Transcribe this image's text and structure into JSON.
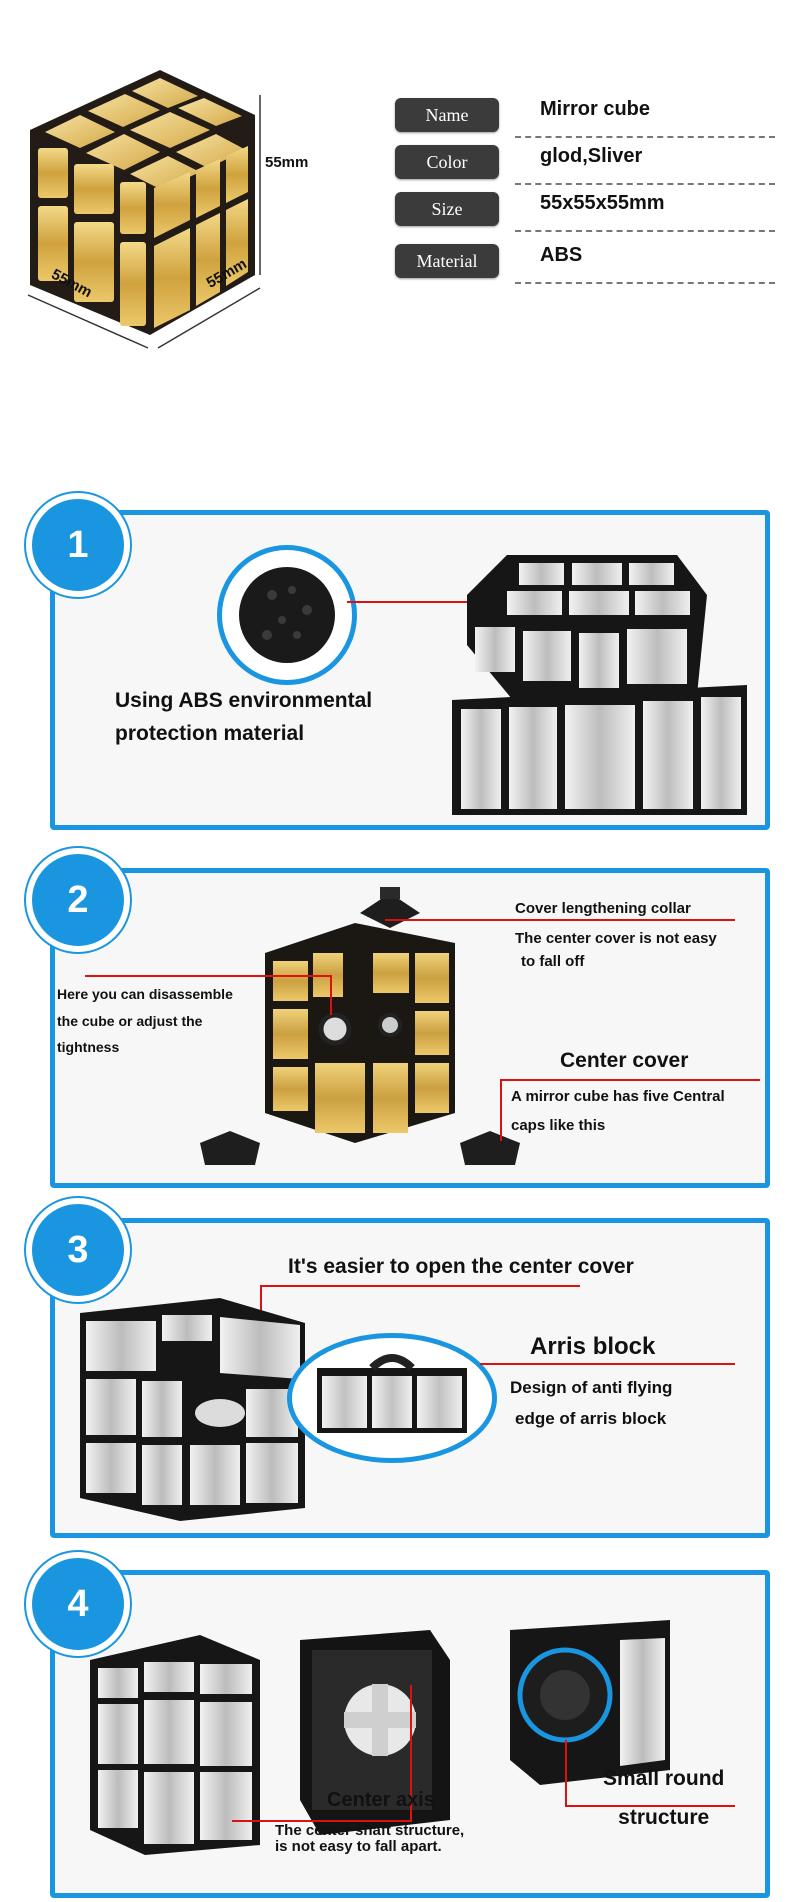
{
  "dimensions": {
    "height": "55mm",
    "width": "55mm",
    "depth": "55mm"
  },
  "specs": [
    {
      "label": "Name",
      "value": "Mirror cube"
    },
    {
      "label": "Color",
      "value": "glod,Sliver"
    },
    {
      "label": "Size",
      "value": "55x55x55mm"
    },
    {
      "label": "Material",
      "value": "ABS"
    }
  ],
  "sections": [
    {
      "number": "1",
      "texts": [
        "Using ABS environmental",
        "protection material"
      ]
    },
    {
      "number": "2",
      "collar": [
        "Cover lengthening collar",
        "The center cover is not easy",
        "to fall off"
      ],
      "disassemble": [
        "Here you can disassemble",
        "the cube or adjust the",
        "tightness"
      ],
      "center_title": "Center cover",
      "center_desc": [
        "A mirror cube has five Central",
        "caps like this"
      ]
    },
    {
      "number": "3",
      "open_text": "It's easier to open the center cover",
      "arris_title": "Arris block",
      "arris_desc": [
        "Design of anti flying",
        "edge of arris block"
      ]
    },
    {
      "number": "4",
      "axis_title": "Center axis",
      "axis_desc": [
        "The center shaft structure,",
        "is not easy to fall apart."
      ],
      "round_text": [
        "Small round",
        "structure"
      ]
    }
  ],
  "colors": {
    "accent": "#1a96e0",
    "pointer": "#dd1111",
    "label_bg": "#3b3b3b"
  }
}
